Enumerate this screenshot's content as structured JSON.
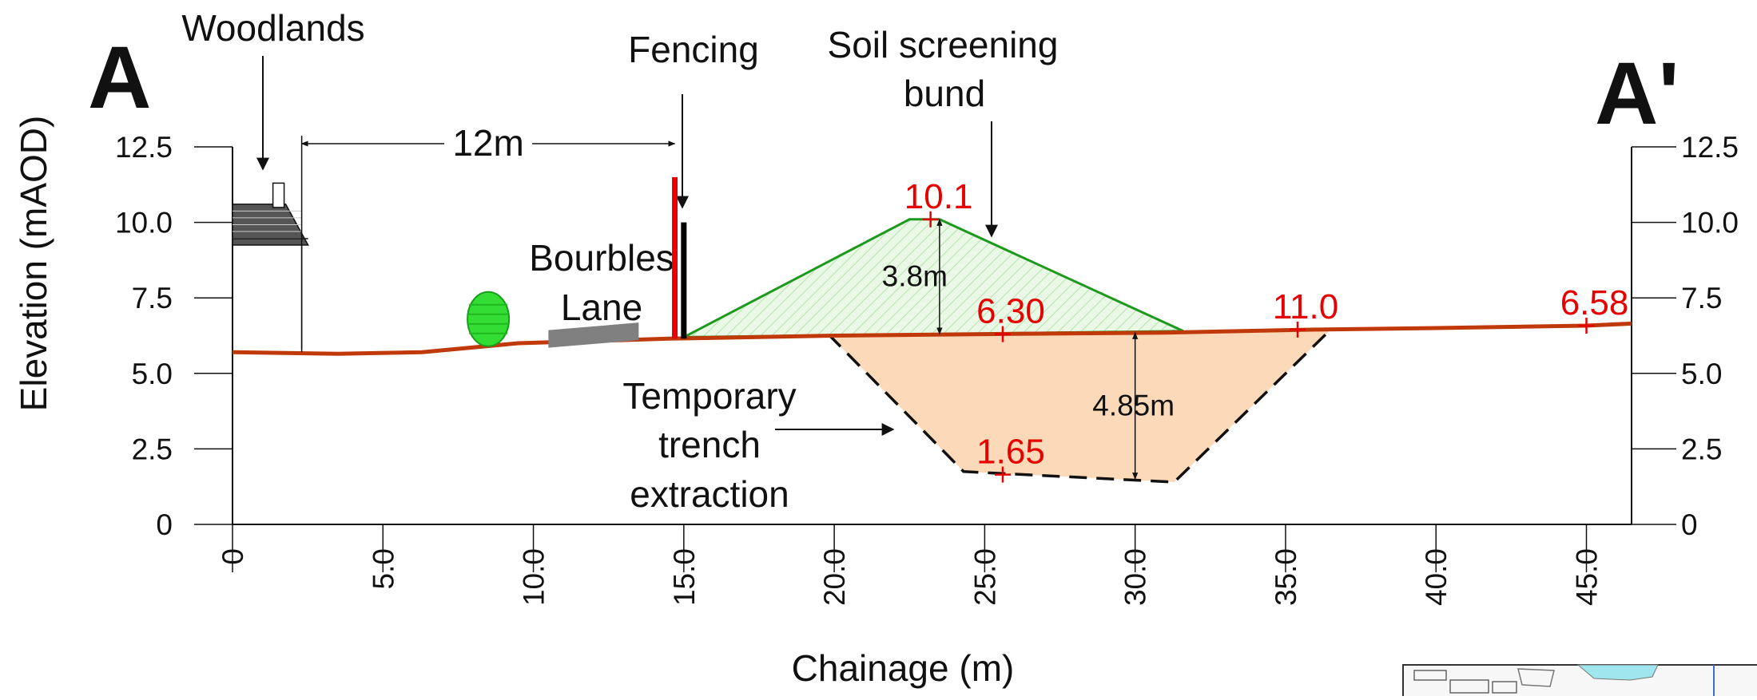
{
  "section": {
    "left_marker": "A",
    "right_marker": "A'"
  },
  "chart_data": {
    "type": "cross-section",
    "xlabel": "Chainage (m)",
    "ylabel": "Elevation (mAOD)",
    "xlim": [
      0,
      46.5
    ],
    "ylim": [
      0,
      12.5
    ],
    "x_ticks": [
      "0",
      "5.0",
      "10.0",
      "15.0",
      "20.0",
      "25.0",
      "30.0",
      "35.0",
      "40.0",
      "45.0"
    ],
    "y_ticks_left": [
      "0",
      "2.5",
      "5.0",
      "7.5",
      "10.0",
      "12.5"
    ],
    "y_ticks_right": [
      "0",
      "2.5",
      "5.0",
      "7.5",
      "10.0",
      "12.5"
    ],
    "ground_profile": [
      [
        0,
        5.7
      ],
      [
        3.5,
        5.65
      ],
      [
        6.3,
        5.7
      ],
      [
        9.5,
        6.0
      ],
      [
        14.5,
        6.15
      ],
      [
        20,
        6.25
      ],
      [
        25,
        6.3
      ],
      [
        31,
        6.35
      ],
      [
        36,
        6.45
      ],
      [
        40,
        6.5
      ],
      [
        45,
        6.58
      ],
      [
        46.5,
        6.65
      ]
    ],
    "bund": [
      [
        15.0,
        6.2
      ],
      [
        22.5,
        10.1
      ],
      [
        23.5,
        10.1
      ],
      [
        31.6,
        6.4
      ]
    ],
    "trench": [
      [
        19.8,
        6.3
      ],
      [
        24.3,
        1.75
      ],
      [
        31.3,
        1.4
      ],
      [
        36.5,
        6.45
      ]
    ],
    "fence_red": {
      "x": 14.7,
      "y_bottom": 6.15,
      "y_top": 11.5
    },
    "fence_black": {
      "x": 15.0,
      "y_bottom": 6.15,
      "y_top": 10.0
    },
    "lane": [
      [
        10.5,
        5.85
      ],
      [
        13.5,
        6.1
      ]
    ],
    "house": {
      "x_left": 0,
      "x_right": 2.3,
      "eave": 9.25,
      "ridge": 10.6
    },
    "tree": {
      "x": 8.5,
      "y": 6.8
    },
    "elevation_points": [
      {
        "label": "10.1",
        "x": 23.2,
        "y": 10.1
      },
      {
        "label": "6.30",
        "x": 25.6,
        "y": 6.3
      },
      {
        "label": "11.0",
        "x": 35.4,
        "y": 6.45
      },
      {
        "label": "6.58",
        "x": 45.0,
        "y": 6.58
      },
      {
        "label": "1.65",
        "x": 25.6,
        "y": 1.65
      }
    ],
    "dimensions": [
      {
        "label": "12m",
        "from_x": 2.3,
        "to_x": 14.7,
        "at_y": 12.5
      },
      {
        "label": "3.8m",
        "x": 23.5,
        "from_y": 6.3,
        "to_y": 10.1
      },
      {
        "label": "4.85m",
        "x": 30.0,
        "from_y": 1.5,
        "to_y": 6.35
      }
    ],
    "annotations": {
      "woodlands": "Woodlands",
      "fencing": "Fencing",
      "bund_line1": "Soil screening",
      "bund_line2": "bund",
      "lane_line1": "Bourbles",
      "lane_line2": "Lane",
      "trench_line1": "Temporary",
      "trench_line2": "trench",
      "trench_line3": "extraction"
    },
    "colors": {
      "ground": "#c0390b",
      "bund_outline": "#1d9a1d",
      "bund_fill": "#d9f2d5",
      "trench_fill": "#fcd9b8",
      "elevation_marker": "#e60000",
      "fence_red": "#e60000",
      "fence_black": "#000000",
      "lane": "#808080",
      "tree": "#33dd33"
    }
  }
}
